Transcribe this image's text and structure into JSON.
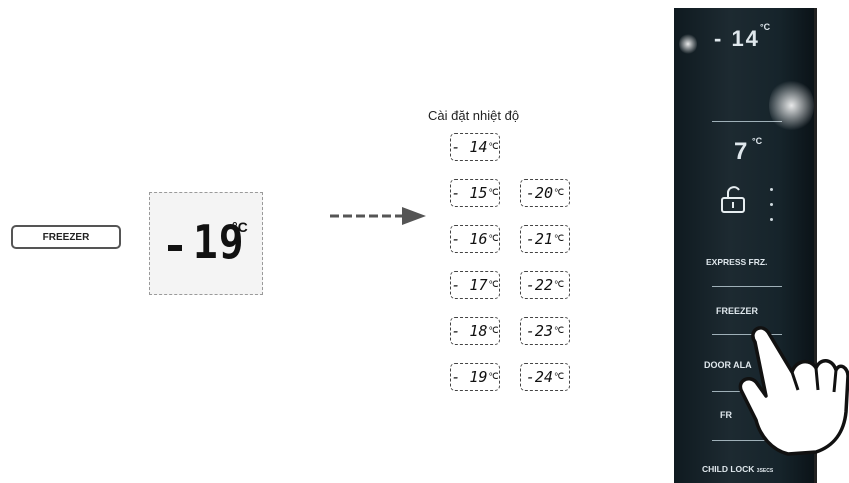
{
  "freezer_button": {
    "label": "FREEZER"
  },
  "current_display": {
    "sign": "-",
    "value": "19",
    "unit": "°C"
  },
  "settings": {
    "title": "Cài đặt nhiệt độ",
    "unit": "℃",
    "options_left": [
      "- 14",
      "- 15",
      "- 16",
      "- 17",
      "- 18",
      "- 19"
    ],
    "options_right": [
      "-20",
      "-21",
      "-22",
      "-23",
      "-24"
    ]
  },
  "panel": {
    "freezer_temp": "- 14",
    "freezer_unit": "°C",
    "fridge_temp": "7",
    "fridge_unit": "°C",
    "buttons": {
      "express_frz": "EXPRESS FRZ.",
      "freezer": "FREEZER",
      "door_alarm": "DOOR ALA",
      "fridge": "FR",
      "child_lock": "CHILD LOCK",
      "child_lock_suffix": "3SECS"
    }
  }
}
